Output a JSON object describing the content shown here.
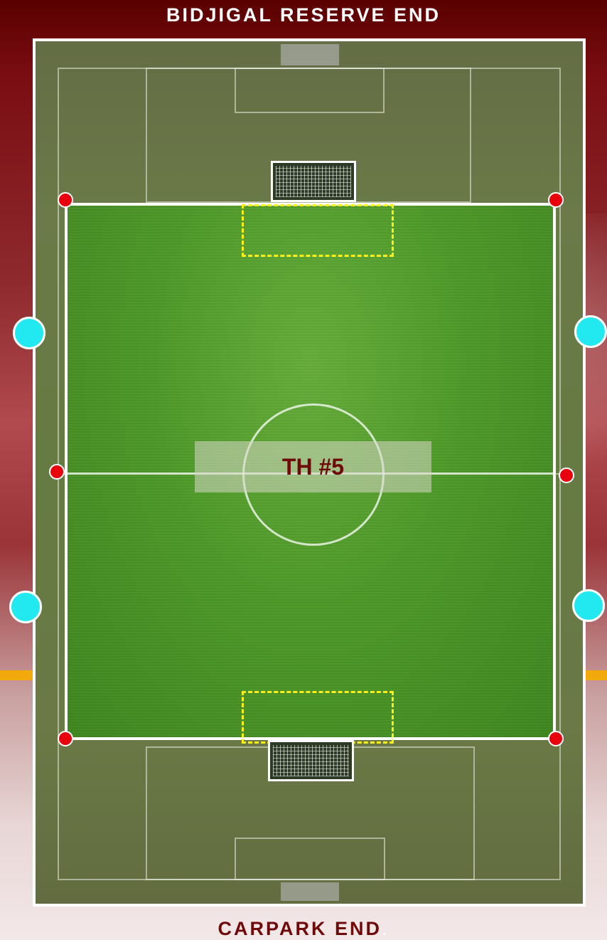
{
  "labels": {
    "top_end": "BIDJIGAL RESERVE END",
    "bottom_end": "CARPARK END",
    "bottom_end_suffix": ".",
    "field_name": "TH #5"
  },
  "colors": {
    "boundary": "#ffffff",
    "corner_marker": "#e8000c",
    "side_marker": "#22e8ef",
    "goal_area_outline": "#f7ee1a",
    "label_text": "#6e0a0a"
  },
  "markers": {
    "red_dots": [
      "corner-top-left",
      "corner-top-right",
      "halfway-left",
      "halfway-right",
      "corner-bottom-left",
      "corner-bottom-right"
    ],
    "cyan_dots": [
      "upper-left",
      "upper-right",
      "lower-left",
      "lower-right"
    ]
  }
}
